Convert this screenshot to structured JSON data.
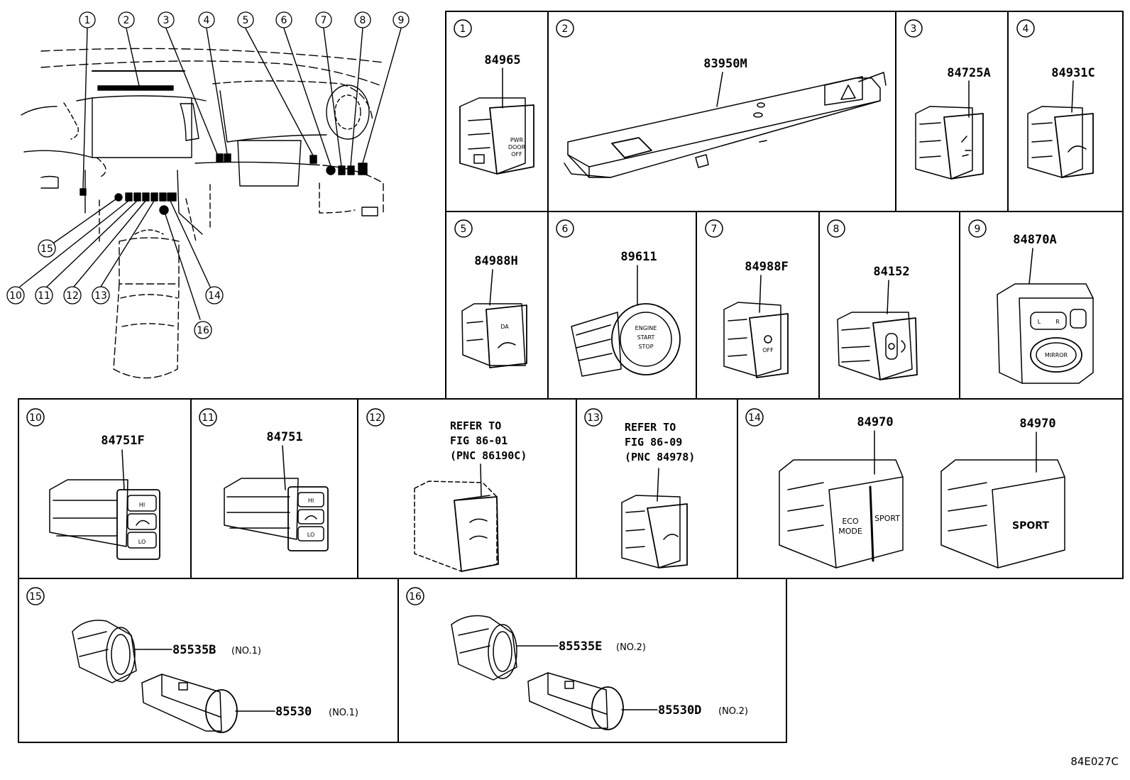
{
  "figure_code": "84E027C",
  "overview": {
    "callouts": [
      "1",
      "2",
      "3",
      "4",
      "5",
      "6",
      "7",
      "8",
      "9",
      "10",
      "11",
      "12",
      "13",
      "14",
      "15",
      "16"
    ]
  },
  "panels": [
    {
      "no": "1",
      "part": "84965",
      "labels": [
        "PWR",
        "DOOR",
        "OFF"
      ]
    },
    {
      "no": "2",
      "part": "83950M"
    },
    {
      "no": "3",
      "part": "84725A"
    },
    {
      "no": "4",
      "part": "84931C"
    },
    {
      "no": "5",
      "part": "84988H",
      "labels": [
        "DA"
      ]
    },
    {
      "no": "6",
      "part": "89611",
      "labels": [
        "ENGINE",
        "START",
        "STOP"
      ]
    },
    {
      "no": "7",
      "part": "84988F",
      "labels": [
        "OFF"
      ]
    },
    {
      "no": "8",
      "part": "84152"
    },
    {
      "no": "9",
      "part": "84870A",
      "labels": [
        "L",
        "R",
        "MIRROR"
      ]
    },
    {
      "no": "10",
      "part": "84751F",
      "labels": [
        "HI",
        "LO"
      ]
    },
    {
      "no": "11",
      "part": "84751",
      "labels": [
        "HI",
        "LO"
      ]
    },
    {
      "no": "12",
      "refer": [
        "REFER TO",
        "FIG 86-01",
        "(PNC 86190C)"
      ]
    },
    {
      "no": "13",
      "refer": [
        "REFER TO",
        "FIG 86-09",
        "(PNC 84978)"
      ]
    },
    {
      "no": "14",
      "parts": [
        "84970",
        "84970"
      ],
      "labels": [
        "ECO",
        "MODE",
        "SPORT",
        "SPORT"
      ]
    },
    {
      "no": "15",
      "items": [
        {
          "part": "85535B",
          "note": "(NO.1)"
        },
        {
          "part": "85530",
          "note": "(NO.1)"
        }
      ]
    },
    {
      "no": "16",
      "items": [
        {
          "part": "85535E",
          "note": "(NO.2)"
        },
        {
          "part": "85530D",
          "note": "(NO.2)"
        }
      ]
    }
  ]
}
